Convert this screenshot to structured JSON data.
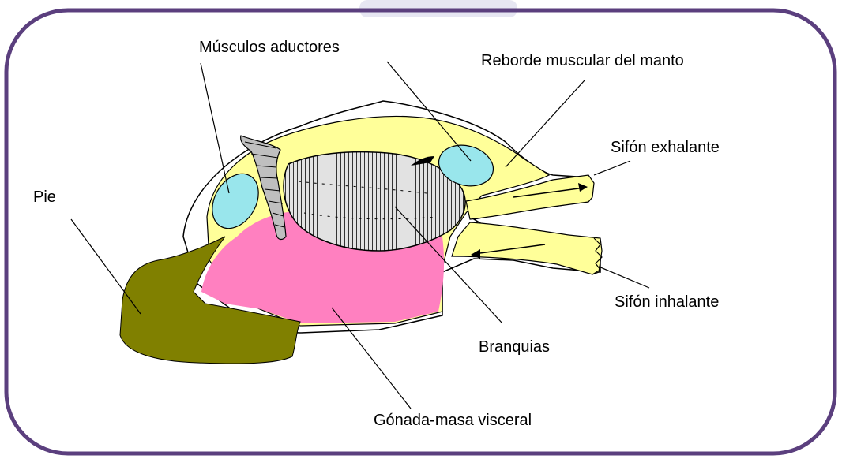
{
  "labels": {
    "adductor_muscles": "Músculos aductores",
    "mantle_rim": "Reborde muscular del manto",
    "exhalant_siphon": "Sifón exhalante",
    "foot": "Pie",
    "inhalant_siphon": "Sifón inhalante",
    "gills": "Branquias",
    "gonad_visceral_mass": "Gónada-masa visceral"
  },
  "colors": {
    "frame_border": "#5b3f7e",
    "top_tab": "#e6e6f2",
    "mantle": "#ffff99",
    "adductor_muscle": "#99e6ec",
    "gonad": "#ff80c0",
    "foot": "#808000",
    "gills": "#d8d8d8",
    "outline": "#000000"
  }
}
